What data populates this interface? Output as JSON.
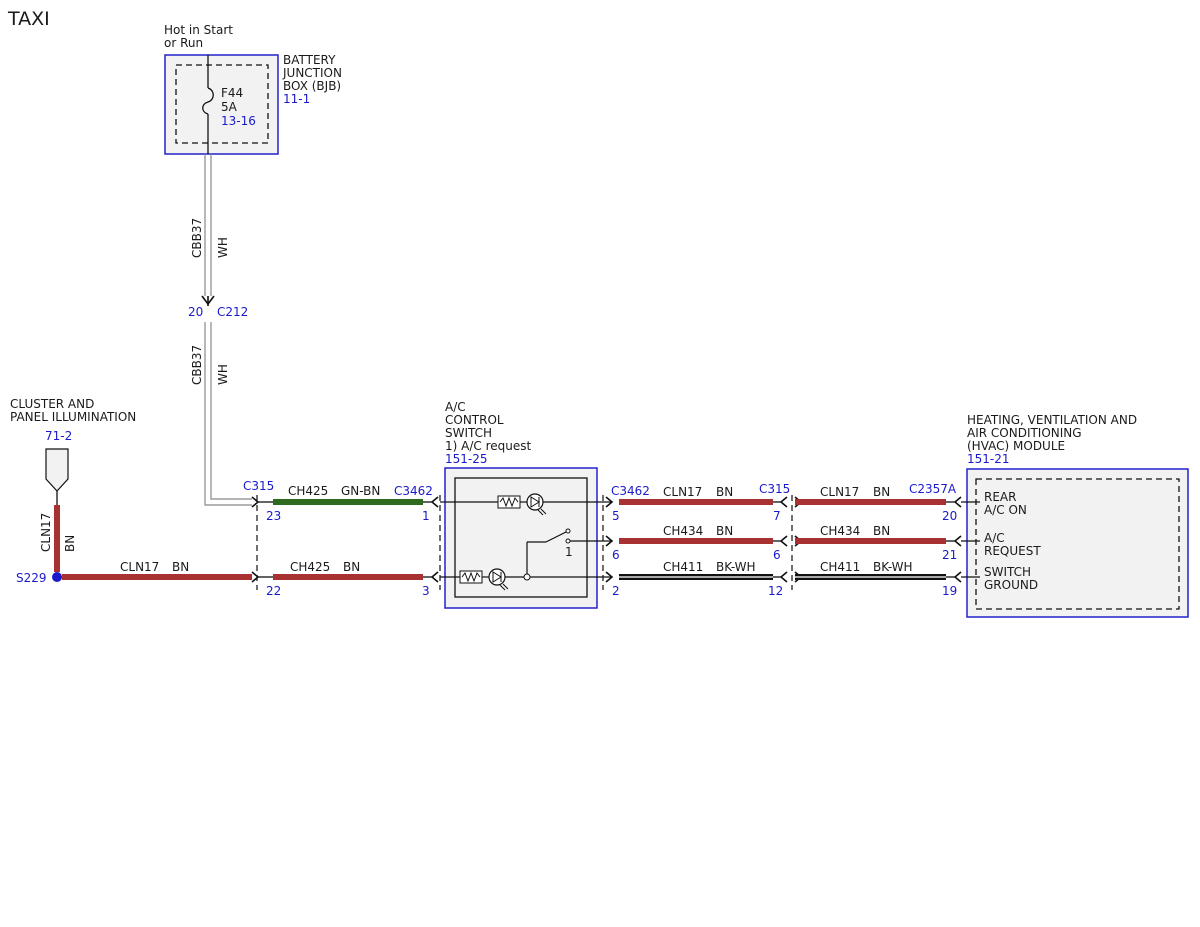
{
  "title": "TAXI",
  "colors": {
    "wire_red": "#a83232",
    "wire_green": "#2e6b1e",
    "wire_black": "#111111",
    "component_border": "#2222cc",
    "component_fill": "#f2f2f2",
    "ref_text": "#1a1acc",
    "splice_dot": "#1a1acc"
  },
  "bjb": {
    "power_label_1": "Hot in Start",
    "power_label_2": "or Run",
    "name_1": "BATTERY",
    "name_2": "JUNCTION",
    "name_3": "BOX (BJB)",
    "ref": "11-1",
    "fuse_name": "F44",
    "fuse_rating": "5A",
    "fuse_ref": "13-16"
  },
  "c212": {
    "pin": "20",
    "connector": "C212"
  },
  "cbb37_upper": {
    "circuit": "CBB37",
    "color": "WH"
  },
  "cbb37_lower": {
    "circuit": "CBB37",
    "color": "WH"
  },
  "cluster": {
    "name_1": "CLUSTER AND",
    "name_2": "PANEL ILLUMINATION",
    "ref": "71-2"
  },
  "cln17_vertical": {
    "circuit": "CLN17",
    "color": "BN"
  },
  "s229": {
    "label": "S229"
  },
  "cln17_to_c315": {
    "circuit": "CLN17",
    "color": "BN"
  },
  "c315_left": {
    "connector": "C315",
    "pin_top": "23",
    "pin_bottom": "22"
  },
  "ch425_top": {
    "circuit": "CH425",
    "color": "GN-BN"
  },
  "ch425_bottom": {
    "circuit": "CH425",
    "color": "BN"
  },
  "c3462_left": {
    "connector": "C3462",
    "pin_top": "1",
    "pin_bottom": "3"
  },
  "ac_switch": {
    "name_1": "A/C",
    "name_2": "CONTROL",
    "name_3": "SWITCH",
    "name_4": "1) A/C request",
    "ref": "151-25",
    "switch_pos": "1"
  },
  "c3462_right": {
    "connector": "C3462",
    "pin_1": "5",
    "pin_2": "6",
    "pin_3": "2"
  },
  "wires_mid": [
    {
      "circuit": "CLN17",
      "color": "BN"
    },
    {
      "circuit": "CH434",
      "color": "BN"
    },
    {
      "circuit": "CH411",
      "color": "BK-WH"
    }
  ],
  "c315_right": {
    "connector": "C315",
    "pin_1": "7",
    "pin_2": "6",
    "pin_3": "12"
  },
  "wires_right": [
    {
      "circuit": "CLN17",
      "color": "BN"
    },
    {
      "circuit": "CH434",
      "color": "BN"
    },
    {
      "circuit": "CH411",
      "color": "BK-WH"
    }
  ],
  "c2357a": {
    "connector": "C2357A",
    "pin_1": "20",
    "pin_2": "21",
    "pin_3": "19"
  },
  "hvac": {
    "name_1": "HEATING, VENTILATION AND",
    "name_2": "AIR CONDITIONING",
    "name_3": "(HVAC) MODULE",
    "ref": "151-21",
    "in_1a": "REAR",
    "in_1b": "A/C ON",
    "in_2a": "A/C",
    "in_2b": "REQUEST",
    "in_3a": "SWITCH",
    "in_3b": "GROUND"
  }
}
